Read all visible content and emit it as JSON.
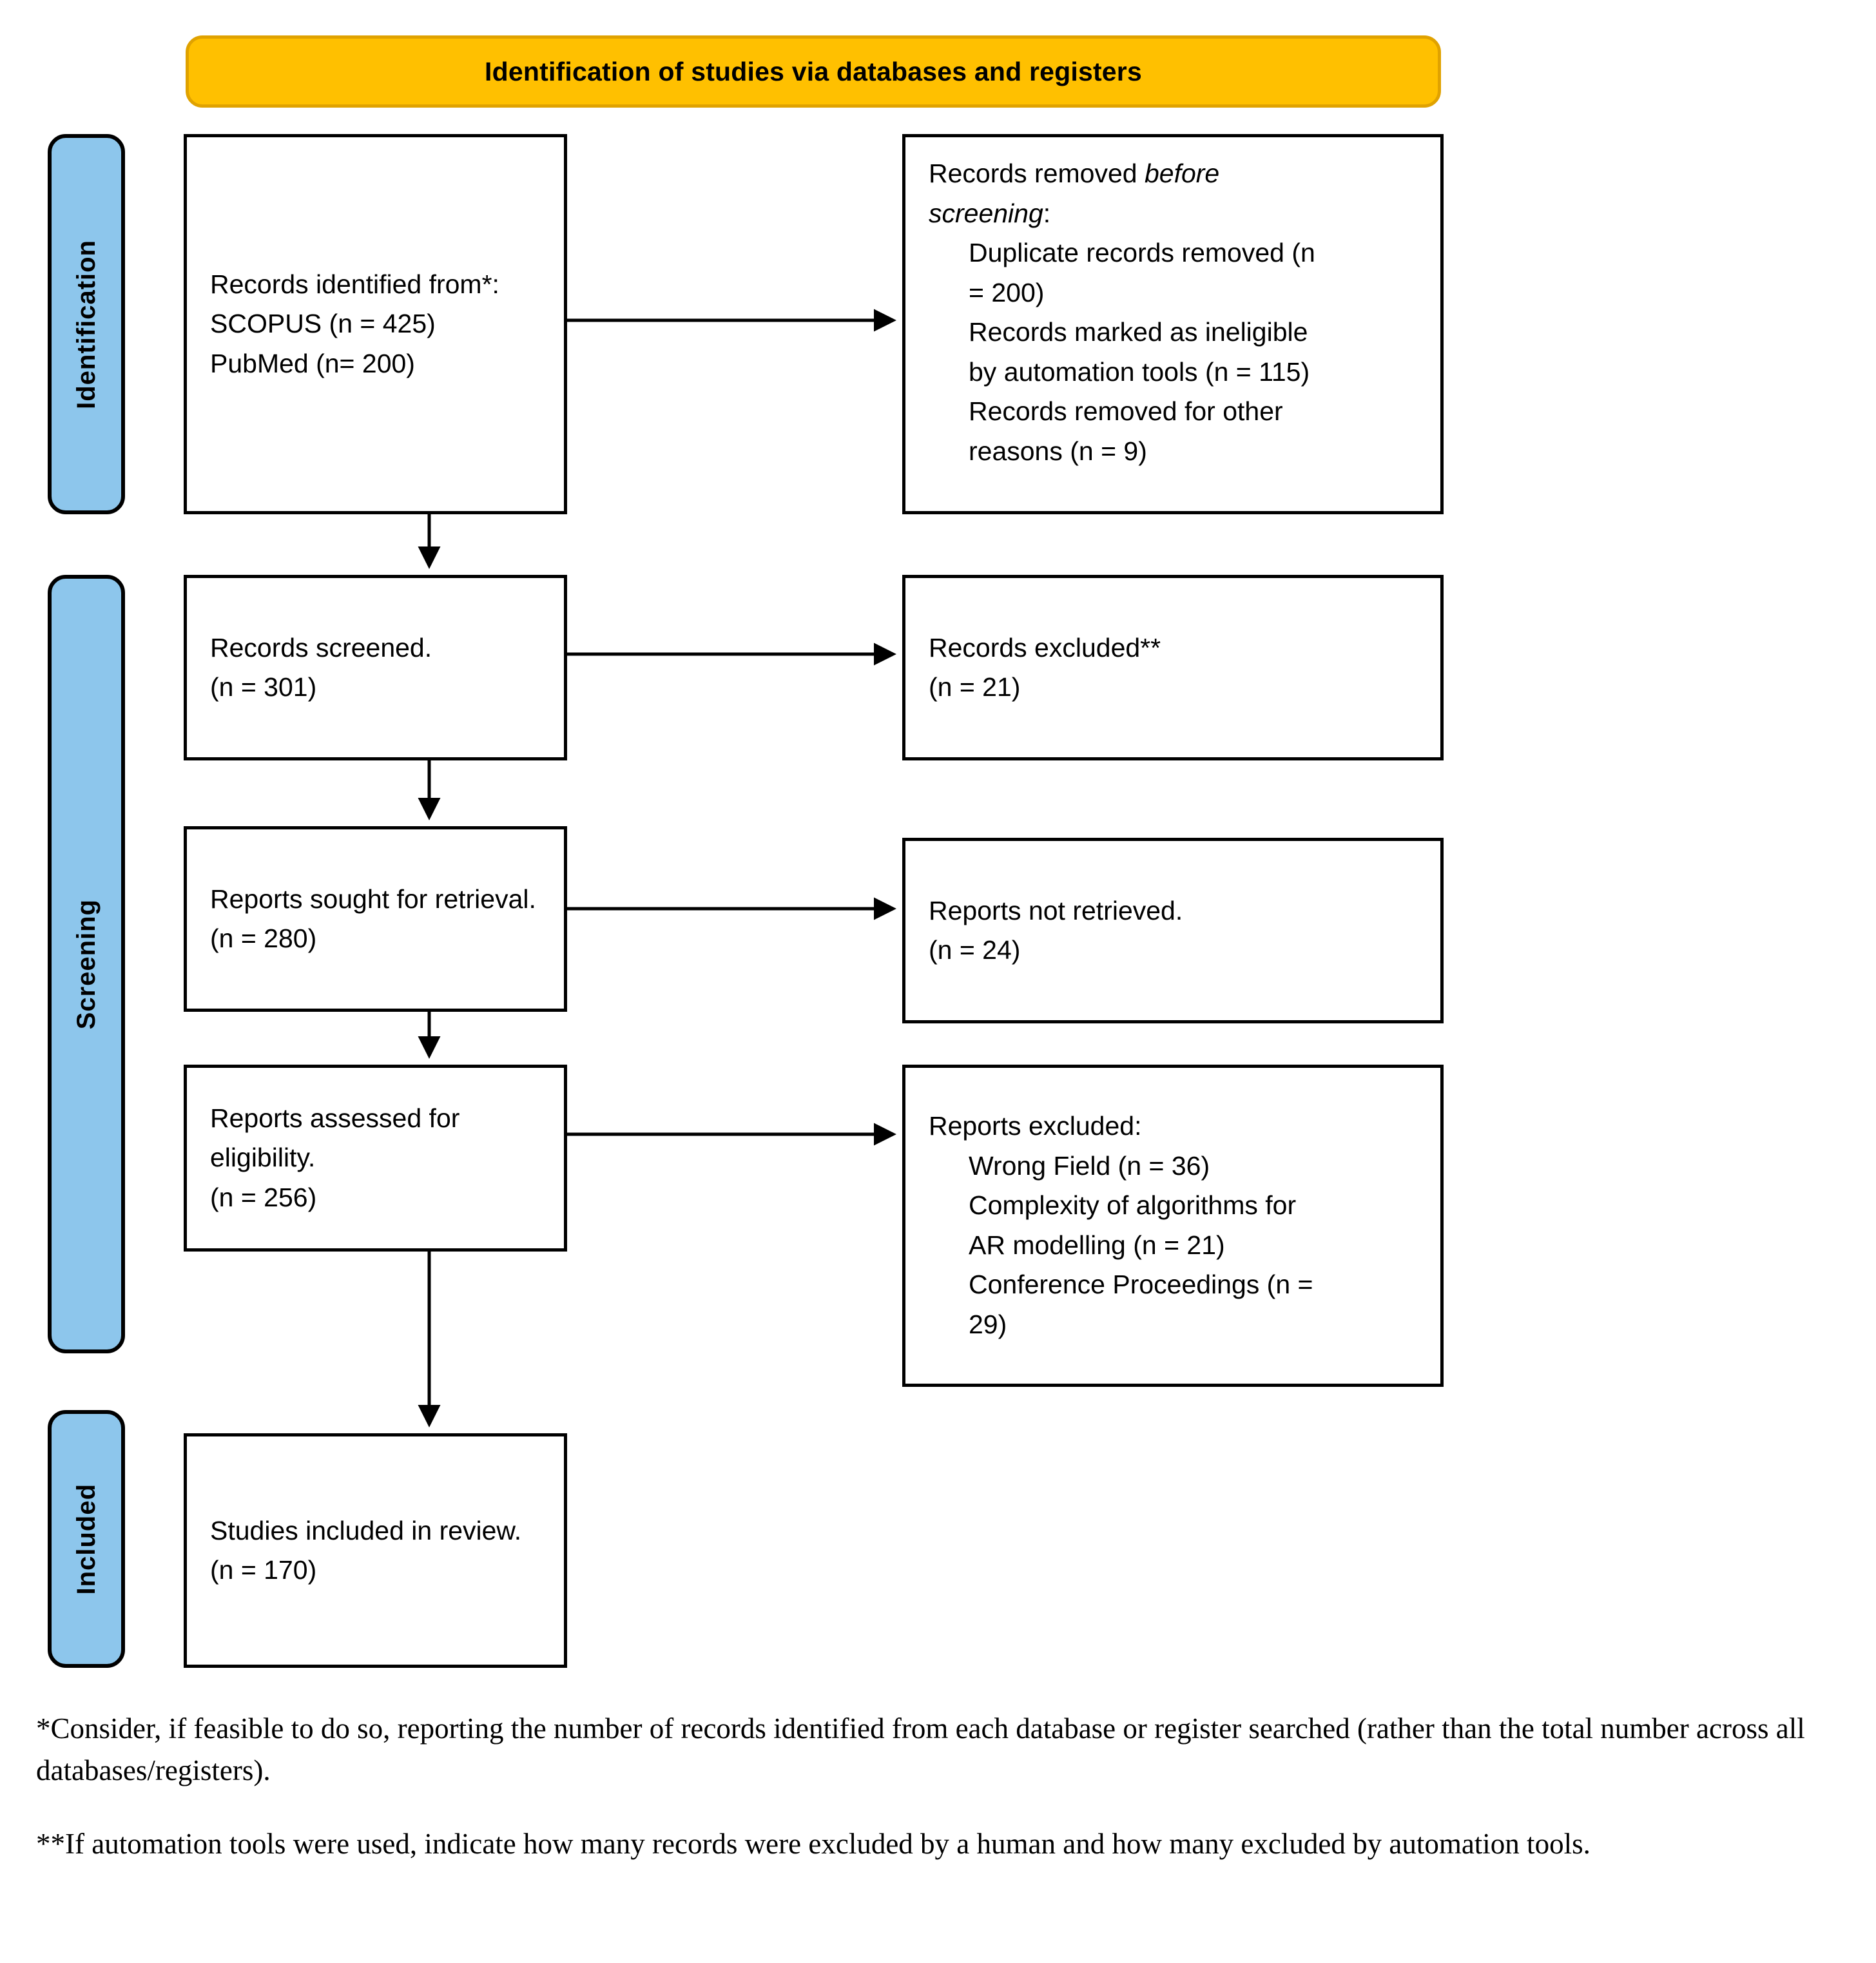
{
  "banner": {
    "label": "Identification of studies via databases and registers",
    "fill": "#FFC000",
    "border": "#E0A200"
  },
  "phases": {
    "fill": "#8DC6EC",
    "identification": "Identification",
    "screening": "Screening",
    "included": "Included"
  },
  "boxes": {
    "identified": {
      "line1": "Records identified from*:",
      "line2": "SCOPUS (n = 425)",
      "line3": "PubMed (n= 200)"
    },
    "removed": {
      "line1a": "Records removed ",
      "line1b": "before",
      "line2a": "screening",
      "line2b": ":",
      "line3": "Duplicate records removed (n",
      "line4": "= 200)",
      "line5": "Records marked as ineligible",
      "line6": "by automation tools (n = 115)",
      "line7": "Records removed for other",
      "line8": "reasons (n = 9)"
    },
    "screened": {
      "line1": "Records screened.",
      "line2": "(n = 301)"
    },
    "excluded": {
      "line1": "Records excluded**",
      "line2": "(n = 21)"
    },
    "sought": {
      "line1": "Reports sought for retrieval.",
      "line2": "(n = 280)"
    },
    "not_retrieved": {
      "line1": "Reports not retrieved.",
      "line2": "(n = 24)"
    },
    "assessed": {
      "line1": "Reports assessed for eligibility.",
      "line2": "(n = 256)"
    },
    "reports_excluded": {
      "line1": "Reports excluded:",
      "line2": "Wrong Field (n = 36)",
      "line3": "Complexity of algorithms for",
      "line4": "AR modelling (n = 21)",
      "line5": "Conference Proceedings (n =",
      "line6": "29)"
    },
    "included_review": {
      "line1": "Studies included in review.",
      "line2": "(n = 170)"
    }
  },
  "footnotes": {
    "one": "*Consider, if feasible to do so, reporting the number of records identified from each database or register searched (rather than the total number across all databases/registers).",
    "two": "**If automation tools were used, indicate how many records were excluded by a human and how many excluded by automation tools."
  },
  "chart_data": {
    "type": "diagram",
    "title": "PRISMA 2020 flow diagram",
    "nodes": [
      {
        "id": "identified",
        "stage": "Identification",
        "label": "Records identified from*",
        "sources": [
          {
            "name": "SCOPUS",
            "n": 425
          },
          {
            "name": "PubMed",
            "n": 200
          }
        ]
      },
      {
        "id": "removed",
        "stage": "Identification",
        "label": "Records removed before screening",
        "items": [
          {
            "name": "Duplicate records removed",
            "n": 200
          },
          {
            "name": "Records marked as ineligible by automation tools",
            "n": 115
          },
          {
            "name": "Records removed for other reasons",
            "n": 9
          }
        ]
      },
      {
        "id": "screened",
        "stage": "Screening",
        "label": "Records screened.",
        "n": 301
      },
      {
        "id": "excluded",
        "stage": "Screening",
        "label": "Records excluded**",
        "n": 21
      },
      {
        "id": "sought",
        "stage": "Screening",
        "label": "Reports sought for retrieval.",
        "n": 280
      },
      {
        "id": "not_retrieved",
        "stage": "Screening",
        "label": "Reports not retrieved.",
        "n": 24
      },
      {
        "id": "assessed",
        "stage": "Screening",
        "label": "Reports assessed for eligibility.",
        "n": 256
      },
      {
        "id": "reports_excluded",
        "stage": "Screening",
        "label": "Reports excluded",
        "items": [
          {
            "name": "Wrong Field",
            "n": 36
          },
          {
            "name": "Complexity of algorithms for AR modelling",
            "n": 21
          },
          {
            "name": "Conference Proceedings",
            "n": 29
          }
        ]
      },
      {
        "id": "included_review",
        "stage": "Included",
        "label": "Studies included in review.",
        "n": 170
      }
    ],
    "edges": [
      {
        "from": "identified",
        "to": "removed",
        "dir": "right"
      },
      {
        "from": "identified",
        "to": "screened",
        "dir": "down"
      },
      {
        "from": "screened",
        "to": "excluded",
        "dir": "right"
      },
      {
        "from": "screened",
        "to": "sought",
        "dir": "down"
      },
      {
        "from": "sought",
        "to": "not_retrieved",
        "dir": "right"
      },
      {
        "from": "sought",
        "to": "assessed",
        "dir": "down"
      },
      {
        "from": "assessed",
        "to": "reports_excluded",
        "dir": "right"
      },
      {
        "from": "assessed",
        "to": "included_review",
        "dir": "down"
      }
    ]
  }
}
